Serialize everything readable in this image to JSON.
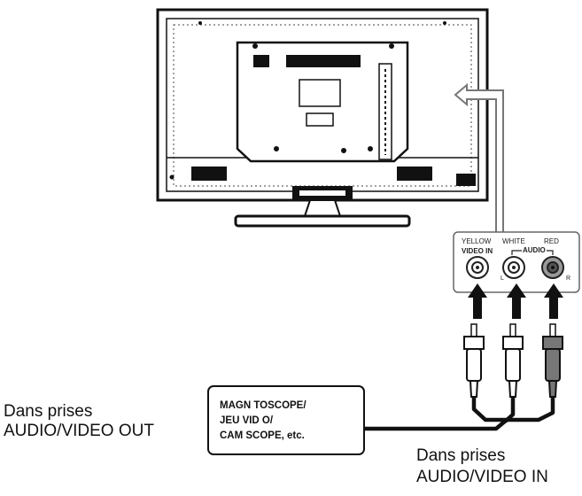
{
  "labels": {
    "source_out": "Dans prises\nAUDIO/VIDEO OUT",
    "tv_in": "Dans prises\nAUDIO/VIDEO IN",
    "device": "MAGN TOSCOPE/\nJEU VID O/\nCAM SCOPE, etc."
  },
  "panel": {
    "yellow": "YELLOW",
    "white": "WHITE",
    "red": "RED",
    "video_in": "VIDEO IN",
    "audio": "AUDIO",
    "left": "L",
    "right": "R"
  }
}
